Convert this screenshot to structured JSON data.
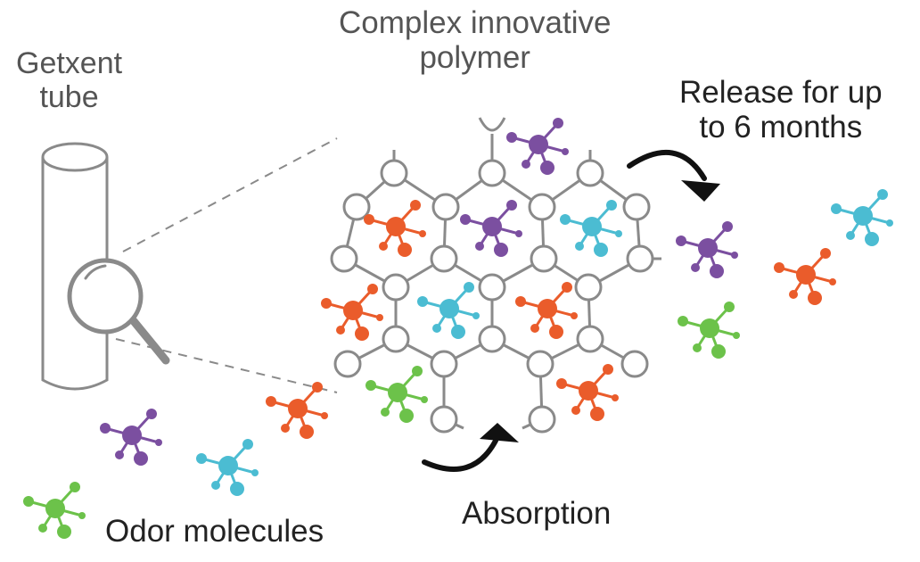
{
  "labels": {
    "tube_line1": "Getxent",
    "tube_line2": "tube",
    "polymer_line1": "Complex innovative",
    "polymer_line2": "polymer",
    "release_line1": "Release for up",
    "release_line2": "to 6 months",
    "absorption": "Absorption",
    "odor": "Odor molecules"
  },
  "colors": {
    "purple": "#7b4fa0",
    "orange": "#ea5c2b",
    "cyan": "#4bbcd2",
    "green": "#6cc24a",
    "line": "#8a8a8a",
    "arrow": "#111111"
  },
  "icons": {
    "tube": "cylinder-tube-icon",
    "magnifier": "magnifying-glass-icon",
    "arrow_release": "curved-arrow-icon",
    "arrow_absorb": "curved-arrow-icon",
    "molecule": "molecule-icon"
  }
}
